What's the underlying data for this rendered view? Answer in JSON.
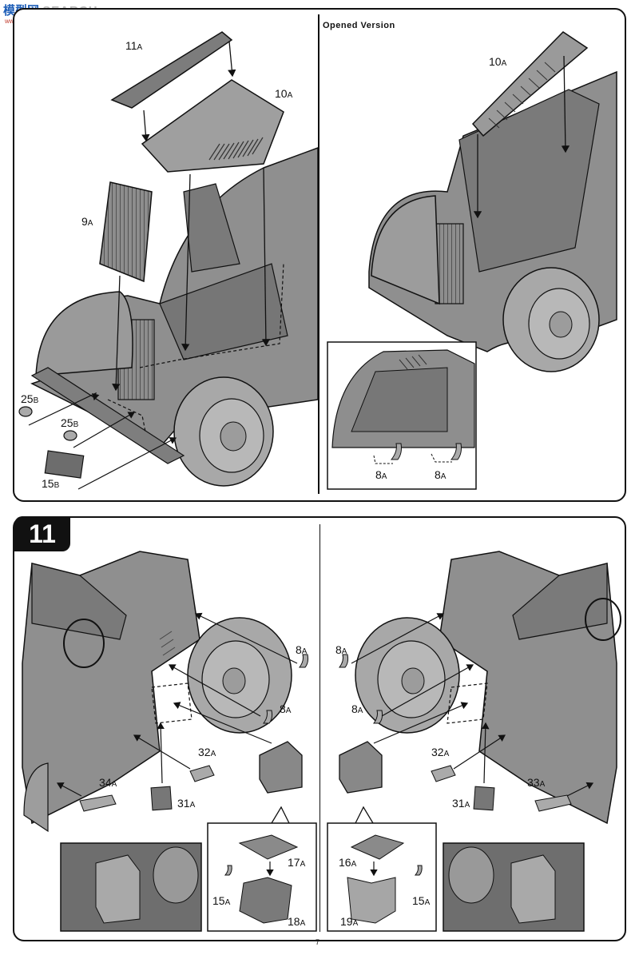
{
  "watermark": {
    "site_name": "模型网",
    "site_name_en": "SEARCH",
    "site_url": "www.5mxu.com"
  },
  "step_10": {
    "labels": {
      "p11": "11",
      "p11_suffix": "A",
      "p10": "10",
      "p10_suffix": "A",
      "p9": "9",
      "p9_suffix": "A",
      "p25a": "25",
      "p25a_suffix": "B",
      "p25b": "25",
      "p25b_suffix": "B",
      "p15": "15",
      "p15_suffix": "B"
    },
    "opened_version": {
      "title": "Opened Version",
      "p10": "10",
      "p10_suffix": "A",
      "inset_p8a": "8",
      "inset_p8a_suffix": "A",
      "inset_p8b": "8",
      "inset_p8b_suffix": "A"
    }
  },
  "step_11": {
    "number": "11",
    "left": {
      "p8a": "8",
      "p8a_suffix": "A",
      "p8b": "8",
      "p8b_suffix": "A",
      "p32": "32",
      "p32_suffix": "A",
      "p34": "34",
      "p34_suffix": "A",
      "p31": "31",
      "p31_suffix": "A",
      "p17": "17",
      "p17_suffix": "A",
      "p15": "15",
      "p15_suffix": "A",
      "p18": "18",
      "p18_suffix": "A"
    },
    "right": {
      "p8a": "8",
      "p8a_suffix": "A",
      "p8b": "8",
      "p8b_suffix": "A",
      "p32": "32",
      "p32_suffix": "A",
      "p33": "33",
      "p33_suffix": "A",
      "p31": "31",
      "p31_suffix": "A",
      "p16": "16",
      "p16_suffix": "A",
      "p15": "15",
      "p15_suffix": "A",
      "p19": "19",
      "p19_suffix": "A"
    }
  },
  "page_number": "7"
}
